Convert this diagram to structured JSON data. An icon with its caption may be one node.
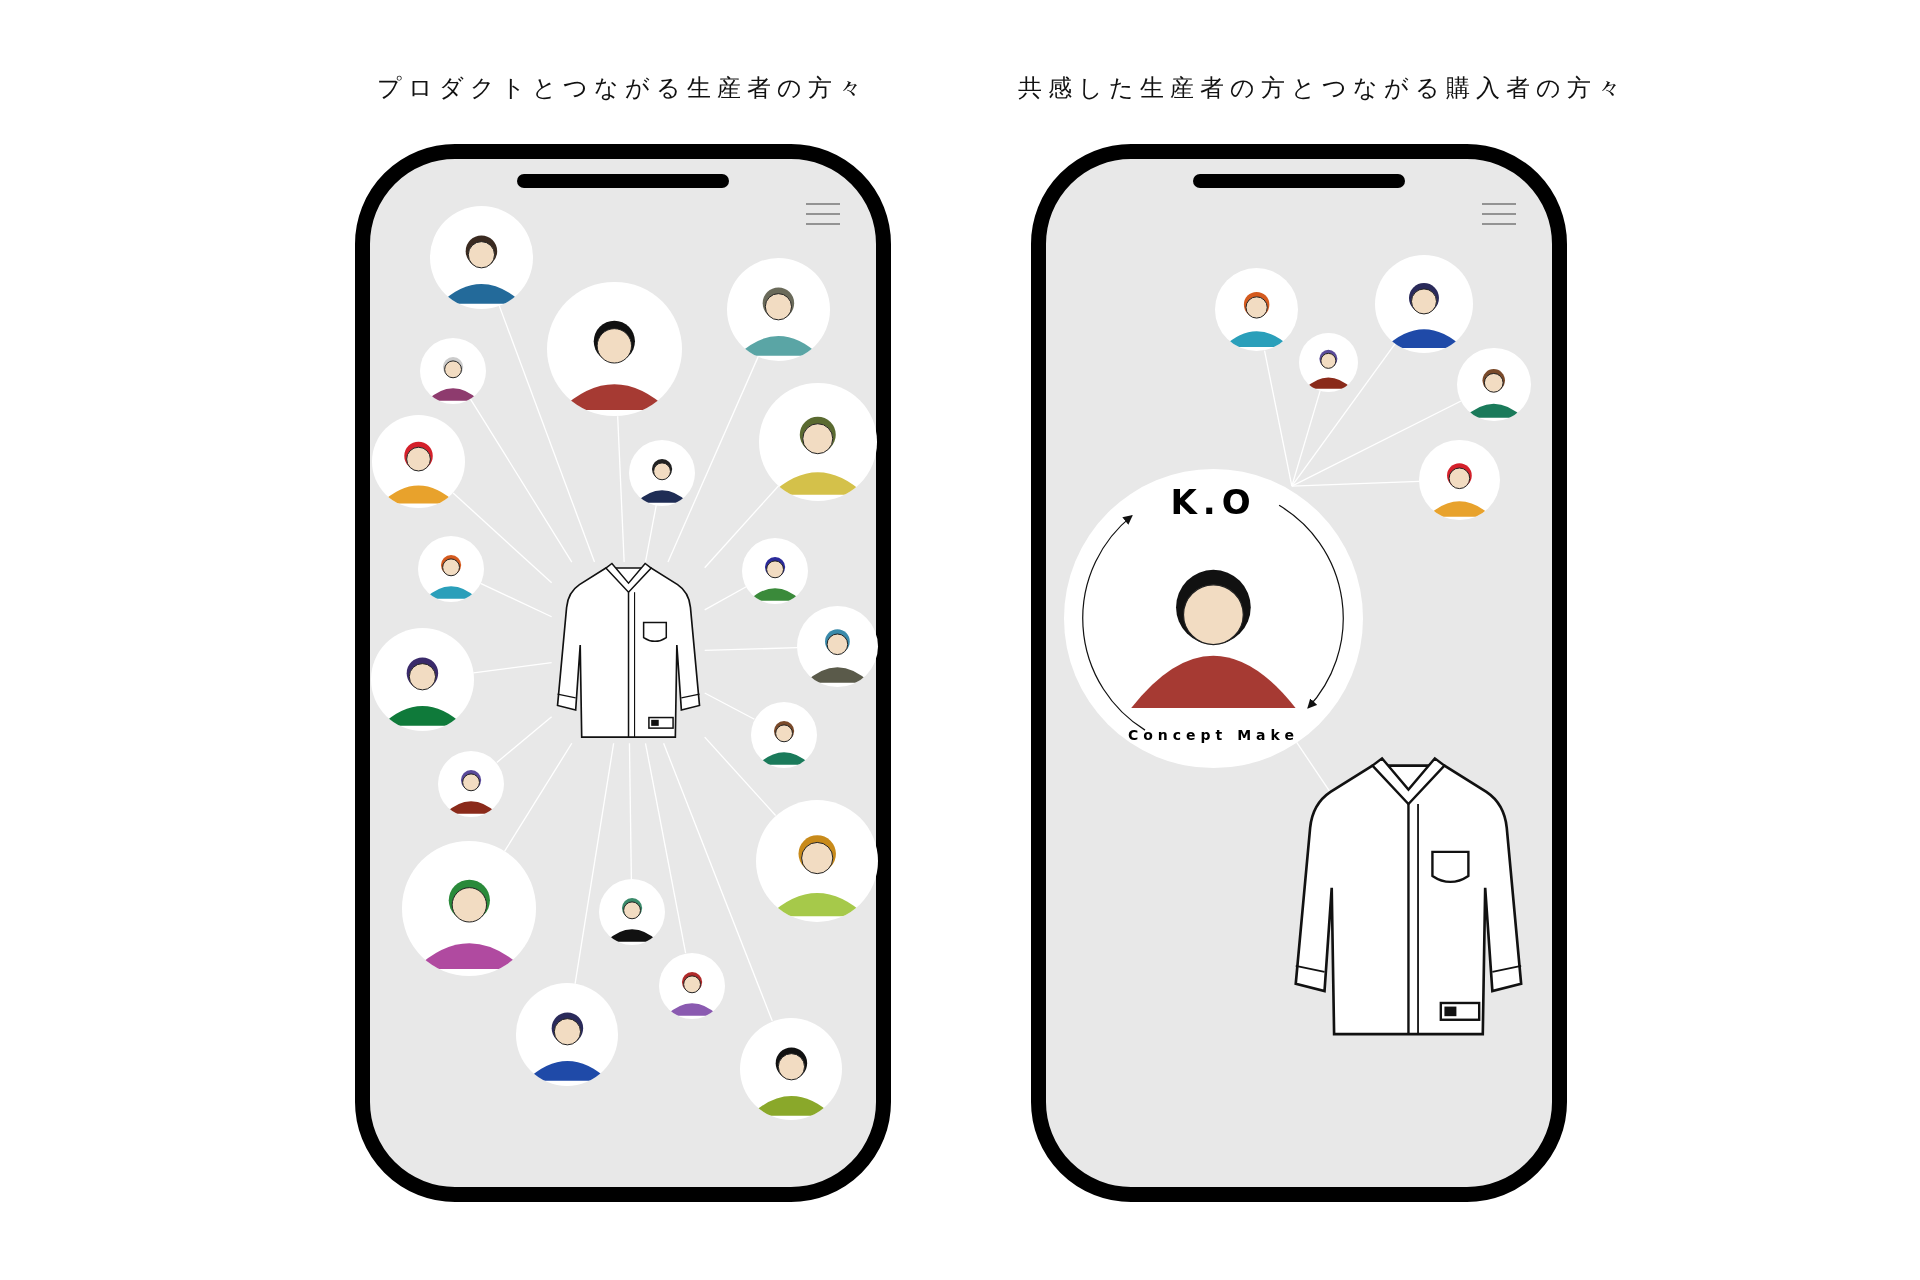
{
  "diagram": {
    "nodes": [
      {
        "text": [],
        "shape": "picture"
      },
      {
        "text": [],
        "shape": "person"
      },
      {
        "text": [],
        "shape": "person"
      },
      {
        "text": [],
        "shape": "person"
      },
      {
        "text": [],
        "shape": "person"
      },
      {
        "text": [],
        "shape": "person"
      },
      {
        "text": [],
        "shape": "person"
      },
      {
        "text": [],
        "shape": "person"
      },
      {
        "text": [],
        "shape": "person"
      },
      {
        "text": [],
        "shape": "person"
      },
      {
        "text": [],
        "shape": "person"
      },
      {
        "text": [],
        "shape": "person"
      },
      {
        "text": [],
        "shape": "person"
      },
      {
        "text": [],
        "shape": "person"
      },
      {
        "text": [],
        "shape": "person"
      },
      {
        "text": [],
        "shape": "person"
      },
      {
        "text": [],
        "shape": "person"
      },
      {
        "text": [],
        "shape": "person"
      },
      {
        "text": [],
        "shape": "person"
      },
      {
        "text": [],
        "shape": "person"
      },
      {
        "text": [],
        "shape": "person"
      },
      {
        "text": [],
        "shape": "person"
      },
      {
        "text": [],
        "shape": "person"
      },
      {
        "text": [],
        "shape": "person"
      },
      {
        "text": [],
        "shape": "person"
      },
      {
        "text": [
          "K.O",
          "Concept Make"
        ]
      },
      {
        "text": [],
        "shape": "picture"
      }
    ],
    "edges": [
      {
        "from": 0,
        "to": 1,
        "arrow": "none"
      },
      {
        "from": 0,
        "to": 2,
        "arrow": "none"
      },
      {
        "from": 0,
        "to": 3,
        "arrow": "none"
      },
      {
        "from": 0,
        "to": 4,
        "arrow": "none"
      },
      {
        "from": 0,
        "to": 5,
        "arrow": "none"
      },
      {
        "from": 0,
        "to": 6,
        "arrow": "none"
      },
      {
        "from": 0,
        "to": 7,
        "arrow": "none"
      },
      {
        "from": 0,
        "to": 8,
        "arrow": "none"
      },
      {
        "from": 0,
        "to": 9,
        "arrow": "none"
      },
      {
        "from": 0,
        "to": 10,
        "arrow": "none"
      },
      {
        "from": 0,
        "to": 11,
        "arrow": "none"
      },
      {
        "from": 0,
        "to": 12,
        "arrow": "none"
      },
      {
        "from": 0,
        "to": 13,
        "arrow": "none"
      },
      {
        "from": 0,
        "to": 14,
        "arrow": "none"
      },
      {
        "from": 0,
        "to": 15,
        "arrow": "none"
      },
      {
        "from": 0,
        "to": 16,
        "arrow": "none"
      },
      {
        "from": 0,
        "to": 17,
        "arrow": "none"
      },
      {
        "from": 0,
        "to": 18,
        "arrow": "none"
      },
      {
        "from": 0,
        "to": 19,
        "arrow": "none"
      },
      {
        "from": 20,
        "to": 25,
        "arrow": "none"
      },
      {
        "from": 21,
        "to": 25,
        "arrow": "none"
      },
      {
        "from": 22,
        "to": 25,
        "arrow": "none"
      },
      {
        "from": 23,
        "to": 25,
        "arrow": "none"
      },
      {
        "from": 24,
        "to": 25,
        "arrow": "none"
      },
      {
        "from": 25,
        "to": 26,
        "arrow": "none"
      }
    ],
    "labels": [
      "プロダクトとつながる生産者の方々",
      "共感した生産者の方とつながる購入者の方々"
    ]
  }
}
